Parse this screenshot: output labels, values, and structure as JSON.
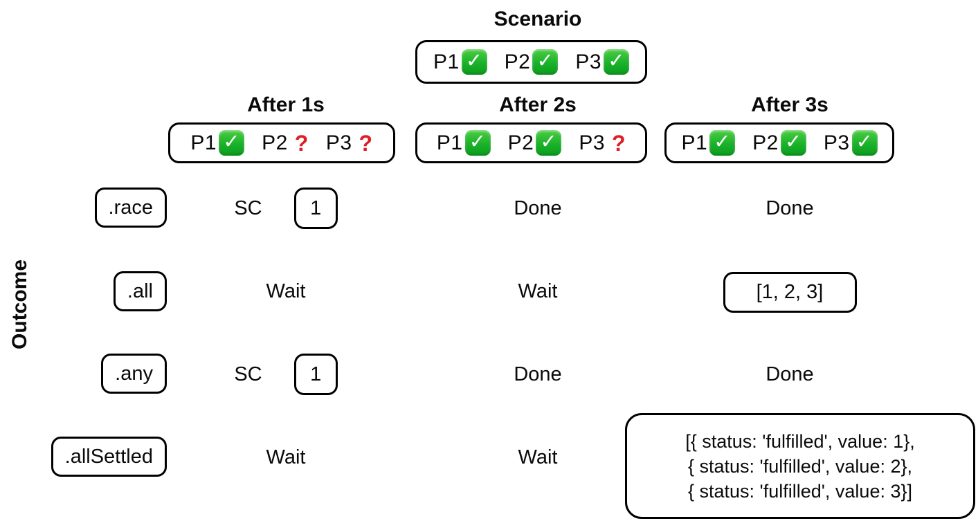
{
  "scenario": {
    "title": "Scenario",
    "promises": [
      {
        "label": "P1",
        "status": "fulfilled"
      },
      {
        "label": "P2",
        "status": "fulfilled"
      },
      {
        "label": "P3",
        "status": "fulfilled"
      }
    ]
  },
  "timeline": {
    "columns": [
      {
        "header": "After 1s",
        "promises": [
          {
            "label": "P1",
            "status": "fulfilled"
          },
          {
            "label": "P2",
            "status": "pending"
          },
          {
            "label": "P3",
            "status": "pending"
          }
        ]
      },
      {
        "header": "After 2s",
        "promises": [
          {
            "label": "P1",
            "status": "fulfilled"
          },
          {
            "label": "P2",
            "status": "fulfilled"
          },
          {
            "label": "P3",
            "status": "pending"
          }
        ]
      },
      {
        "header": "After 3s",
        "promises": [
          {
            "label": "P1",
            "status": "fulfilled"
          },
          {
            "label": "P2",
            "status": "fulfilled"
          },
          {
            "label": "P3",
            "status": "fulfilled"
          }
        ]
      }
    ]
  },
  "axis": {
    "label": "Outcome"
  },
  "rows": [
    {
      "method": ".race",
      "cells": {
        "after1s": {
          "text": "SC",
          "boxed_value": "1"
        },
        "after2s": {
          "text": "Done"
        },
        "after3s": {
          "text": "Done"
        }
      }
    },
    {
      "method": ".all",
      "cells": {
        "after1s": {
          "text": "Wait"
        },
        "after2s": {
          "text": "Wait"
        },
        "after3s": {
          "boxed_value": "[1, 2, 3]"
        }
      }
    },
    {
      "method": ".any",
      "cells": {
        "after1s": {
          "text": "SC",
          "boxed_value": "1"
        },
        "after2s": {
          "text": "Done"
        },
        "after3s": {
          "text": "Done"
        }
      }
    },
    {
      "method": ".allSettled",
      "cells": {
        "after1s": {
          "text": "Wait"
        },
        "after2s": {
          "text": "Wait"
        },
        "after3s": {
          "boxed_lines": [
            "[{ status: 'fulfilled', value: 1},",
            "{ status: 'fulfilled', value: 2},",
            "{ status: 'fulfilled', value: 3}]"
          ]
        }
      }
    }
  ],
  "icons": {
    "fulfilled": "check-mark-button-icon",
    "pending": "red-question-mark-icon"
  },
  "colors": {
    "check_green_top": "#4ccd43",
    "check_green_bottom": "#0b9c1d",
    "question_red": "#de1e25",
    "border": "#000000",
    "text": "#0a0a0a",
    "background": "#ffffff"
  }
}
